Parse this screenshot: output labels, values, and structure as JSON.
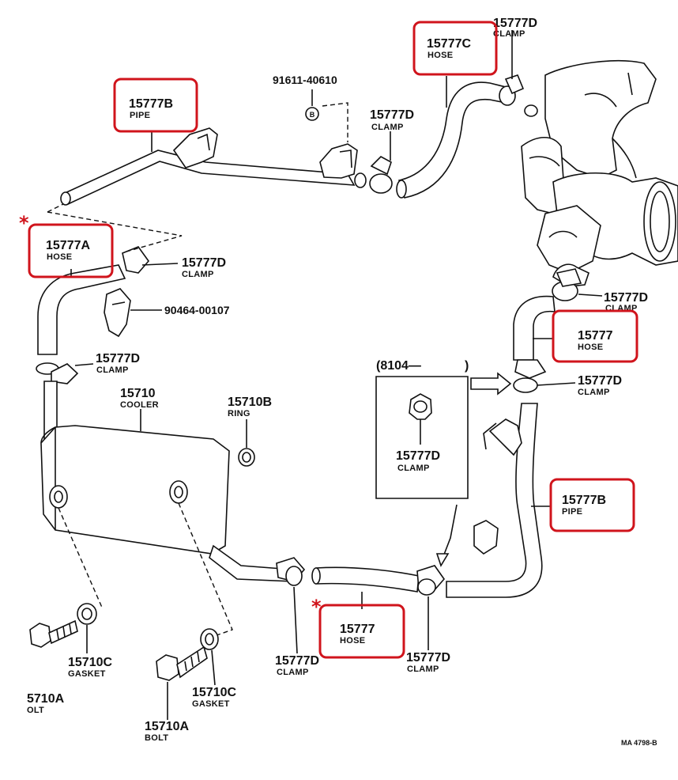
{
  "colors": {
    "highlight": "#d0141c",
    "ink": "#111111"
  },
  "callouts": {
    "hose_15777c": {
      "part": "15777C",
      "name": "HOSE"
    },
    "clamp_15777d_top": {
      "part": "15777D",
      "name": "CLAMP"
    },
    "bolt_91611": {
      "part": "91611-40610"
    },
    "clamp_15777d_mid": {
      "part": "15777D",
      "name": "CLAMP"
    },
    "pipe_15777b_top": {
      "part": "15777B",
      "name": "PIPE"
    },
    "hose_15777a": {
      "part": "15777A",
      "name": "HOSE"
    },
    "clamp_15777d_a": {
      "part": "15777D",
      "name": "CLAMP"
    },
    "clip_90464": {
      "part": "90464-00107"
    },
    "clamp_15777d_left": {
      "part": "15777D",
      "name": "CLAMP"
    },
    "clamp_15777d_right_top": {
      "part": "15777D",
      "name": "CLAMP"
    },
    "hose_15777_right": {
      "part": "15777",
      "name": "HOSE"
    },
    "clamp_15777d_right_mid": {
      "part": "15777D",
      "name": "CLAMP"
    },
    "cooler_15710": {
      "part": "15710",
      "name": "COOLER"
    },
    "ring_15710b": {
      "part": "15710B",
      "name": "RING"
    },
    "inset_8104": {
      "text": "(8104—",
      "close": ")"
    },
    "clamp_15777d_inset": {
      "part": "15777D",
      "name": "CLAMP"
    },
    "pipe_15777b_right": {
      "part": "15777B",
      "name": "PIPE"
    },
    "hose_15777_bottom": {
      "part": "15777",
      "name": "HOSE"
    },
    "clamp_15777d_bottom_left": {
      "part": "15777D",
      "name": "CLAMP"
    },
    "clamp_15777d_bottom_right": {
      "part": "15777D",
      "name": "CLAMP"
    },
    "gasket_15710c_left": {
      "part": "15710C",
      "name": "GASKET"
    },
    "gasket_15710c_right": {
      "part": "15710C",
      "name": "GASKET"
    },
    "bolt_15710a_left": {
      "part": "5710A",
      "name": "OLT"
    },
    "bolt_15710a_right": {
      "part": "15710A",
      "name": "BOLT"
    }
  },
  "markers": {
    "bolt_symbol": "B",
    "asterisk": "*"
  },
  "footer": {
    "ref": "MA 4798-B"
  }
}
